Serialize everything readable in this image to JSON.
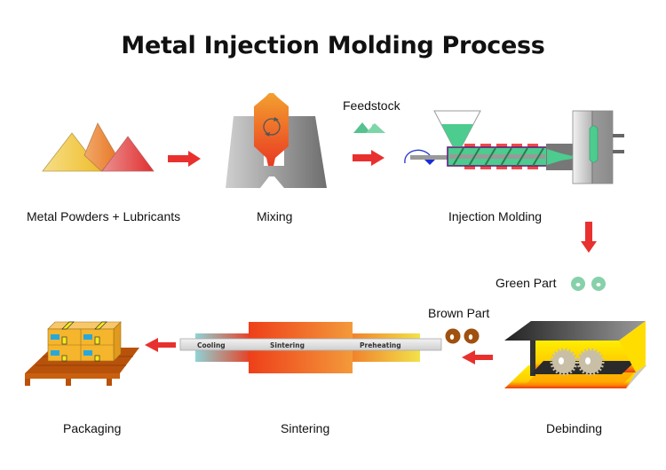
{
  "title": "Metal Injection Molding Process",
  "steps": [
    {
      "id": "powders",
      "label": "Metal Powders + Lubricants"
    },
    {
      "id": "mixing",
      "label": "Mixing"
    },
    {
      "id": "injection",
      "label": "Injection Molding"
    },
    {
      "id": "debinding",
      "label": "Debinding"
    },
    {
      "id": "sintering",
      "label": "Sintering"
    },
    {
      "id": "packaging",
      "label": "Packaging"
    }
  ],
  "intermediates": {
    "feedstock": "Feedstock",
    "green_part": "Green Part",
    "brown_part": "Brown Part"
  },
  "furnace_zones": [
    "Cooling",
    "Sintering",
    "Preheating"
  ],
  "colors": {
    "arrow": "#e8312f",
    "feedstock_green": "#4ccc8e",
    "green_part": "#86d1aa",
    "brown_part": "#a0500f",
    "furnace_hot": "#ef4a1c",
    "furnace_warm": "#f2a036",
    "cooling": "#8fd0d4",
    "pallet": "#b8520a",
    "box": "#f5b52c",
    "strap": "#f6ea1c",
    "label_blue": "#25a8e0"
  }
}
